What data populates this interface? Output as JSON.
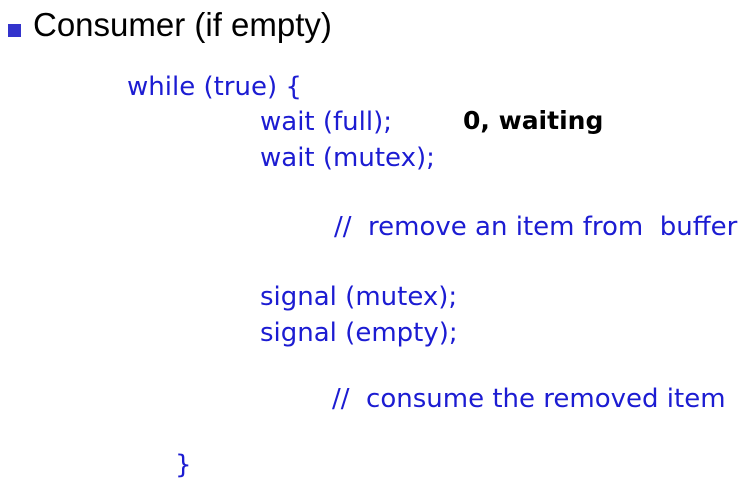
{
  "slide": {
    "title": "Consumer (if empty)",
    "code": {
      "while_open": "while (true) {",
      "wait_full": "wait (full);",
      "wait_full_annotation": "0, waiting",
      "wait_mutex": "wait (mutex);",
      "comment_remove": "//  remove an item from  buffer",
      "signal_mutex": "signal (mutex);",
      "signal_empty": "signal (empty);",
      "comment_consume": "//  consume the removed item",
      "close_brace": "}"
    },
    "colors": {
      "code_text": "#1c1cd2",
      "title_text": "#000000",
      "annotation_text": "#000000",
      "bullet": "#3333cc",
      "background": "#ffffff"
    }
  }
}
